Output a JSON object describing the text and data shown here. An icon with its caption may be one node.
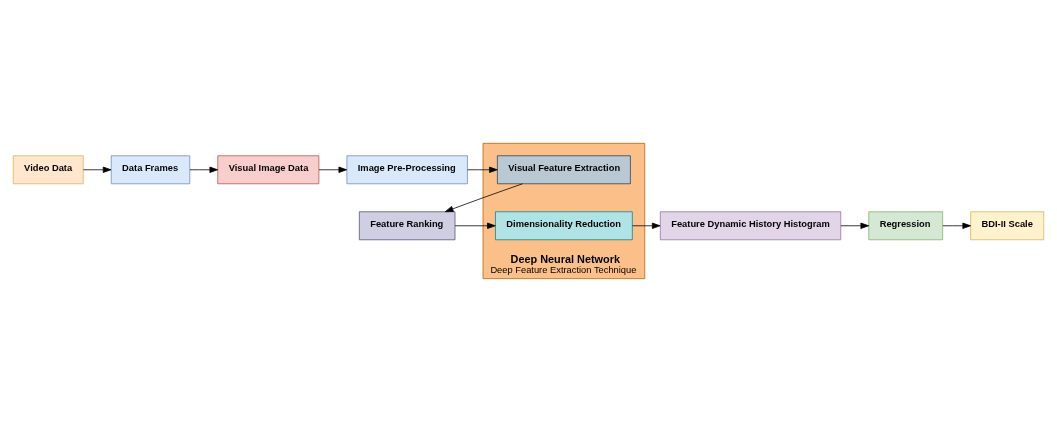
{
  "diagram": {
    "nodes": [
      {
        "text": [
          "Video Data"
        ]
      },
      {
        "text": [
          "Data Frames"
        ]
      },
      {
        "text": [
          "Visual Image Data"
        ]
      },
      {
        "text": [
          "Image Pre-Processing"
        ]
      },
      {
        "text": [
          "Feature Ranking"
        ]
      },
      {
        "text": [
          "Deep Neural Network",
          "Deep Feature Extraction Technique"
        ]
      },
      {
        "text": [
          "Visual Feature Extraction"
        ],
        "in": 5
      },
      {
        "text": [
          "Dimensionality Reduction"
        ],
        "in": 5
      },
      {
        "text": [
          "Feature Dynamic History Histogram"
        ]
      },
      {
        "text": [
          "Regression"
        ]
      },
      {
        "text": [
          "BDI-II Scale"
        ]
      }
    ],
    "edges": [
      {
        "from": 0,
        "to": 1,
        "arrow": "to"
      },
      {
        "from": 1,
        "to": 2,
        "arrow": "to"
      },
      {
        "from": 2,
        "to": 3,
        "arrow": "to"
      },
      {
        "from": 3,
        "to": 6,
        "arrow": "to"
      },
      {
        "from": 6,
        "to": 4,
        "arrow": "to"
      },
      {
        "from": 4,
        "to": 7,
        "arrow": "to"
      },
      {
        "from": 7,
        "to": 8,
        "arrow": "to"
      },
      {
        "from": 8,
        "to": 9,
        "arrow": "to"
      },
      {
        "from": 9,
        "to": 10,
        "arrow": "to"
      }
    ]
  }
}
